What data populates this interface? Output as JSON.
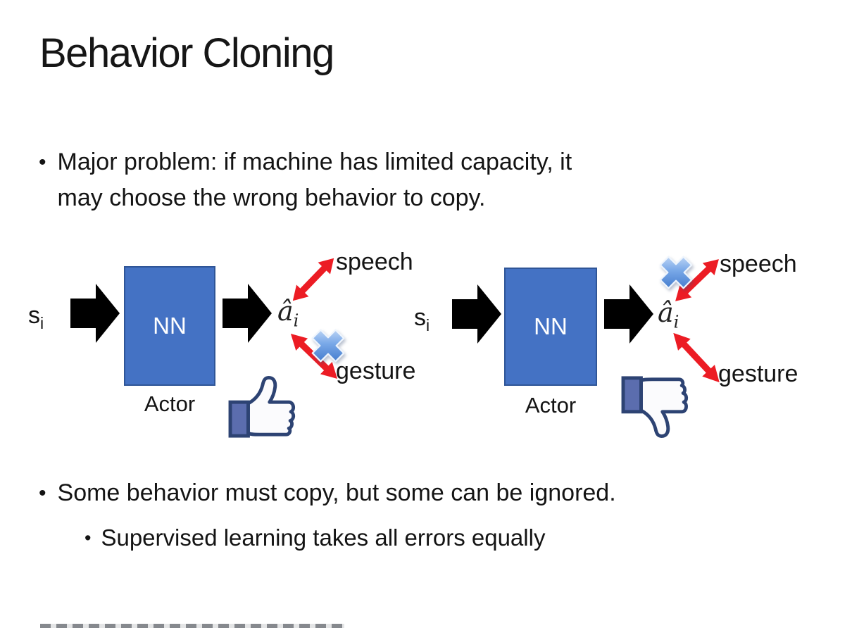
{
  "slide": {
    "title": "Behavior Cloning",
    "bullets": {
      "marker": "•",
      "b1_line1": "Major problem: if machine has limited capacity, it",
      "b1_line2": "may choose the wrong behavior to copy.",
      "b2": "Some behavior must copy, but some can be ignored.",
      "b2_sub": "Supervised learning takes all errors equally"
    }
  },
  "diagram": {
    "input_symbol": "s",
    "input_subscript": "i",
    "nn_label": "NN",
    "actor_label": "Actor",
    "output_symbol": "â",
    "output_subscript": "i",
    "speech_label": "speech",
    "gesture_label": "gesture",
    "left": {
      "feedback": "thumbs-up",
      "rejected_action": "gesture"
    },
    "right": {
      "feedback": "thumbs-down",
      "rejected_action": "speech"
    }
  },
  "colors": {
    "background": "#ffffff",
    "text": "#141414",
    "nn_box_fill": "#4472c4",
    "nn_box_border": "#2f5597",
    "nn_text": "#ffffff",
    "block_arrow": "#000000",
    "red_arrow": "#ec1c24",
    "cross_blue": "#4f8fd6",
    "thumb_outline": "#2d4373",
    "thumb_cuff_fill": "#5b6dae",
    "thumb_hand_fill": "#fbfbfd"
  }
}
